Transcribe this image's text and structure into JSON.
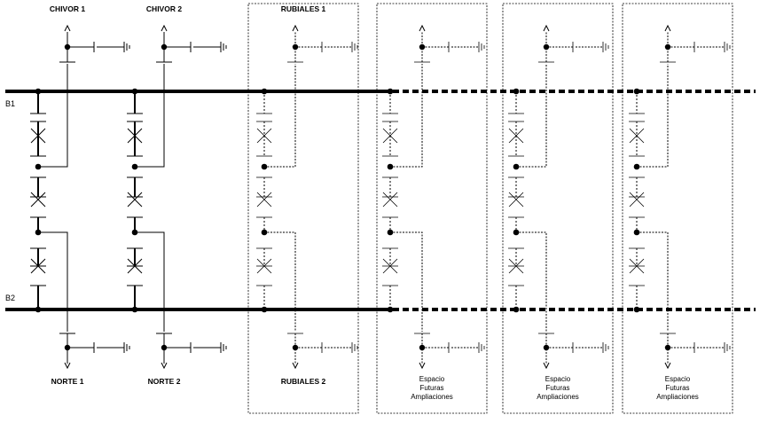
{
  "buses": {
    "b1": "B1",
    "b2": "B2"
  },
  "bays": [
    {
      "id": "chivor1-norte1",
      "top_label": "CHIVOR 1",
      "bottom_label": "NORTE 1",
      "status": "existing"
    },
    {
      "id": "chivor2-norte2",
      "top_label": "CHIVOR 2",
      "bottom_label": "NORTE 2",
      "status": "existing"
    },
    {
      "id": "rubiales",
      "top_label": "RUBIALES 1",
      "bottom_label": "RUBIALES 2",
      "status": "planned"
    },
    {
      "id": "future-1",
      "top_label": "",
      "bottom_label": "Espacio\nFuturas\nAmpliaciones",
      "status": "future"
    },
    {
      "id": "future-2",
      "top_label": "",
      "bottom_label": "Espacio\nFuturas\nAmpliaciones",
      "status": "future"
    },
    {
      "id": "future-3",
      "top_label": "",
      "bottom_label": "Espacio\nFuturas\nAmpliaciones",
      "status": "future"
    }
  ],
  "colors": {
    "line": "#000000",
    "background": "#ffffff"
  }
}
